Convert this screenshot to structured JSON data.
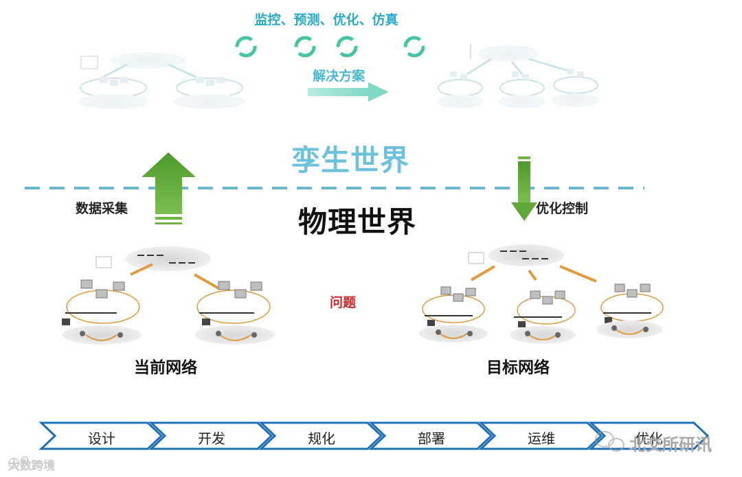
{
  "diagram": {
    "top_caption": "监控、预测、优化、仿真",
    "solution_label": "解决方案",
    "twin_world_title": "孪生世界",
    "physical_world_title": "物理世界",
    "data_collection_label": "数据采集",
    "optimization_control_label": "优化控制",
    "problem_label": "问题",
    "current_network_label": "当前网络",
    "target_network_label": "目标网络",
    "lifecycle_stages": [
      "设计",
      "开发",
      "规化",
      "部署",
      "运维",
      "优化"
    ]
  },
  "watermarks": {
    "left": "大数跨境",
    "right": "北交所研讯"
  },
  "colors": {
    "twin_text": "#6cc1dc",
    "dashed_line": "#6ab8cc",
    "arrow_green": "#5fa63a",
    "problem_red": "#d3262a",
    "link_orange": "#e09a40",
    "chevron_blue": "#1f6fb5"
  }
}
